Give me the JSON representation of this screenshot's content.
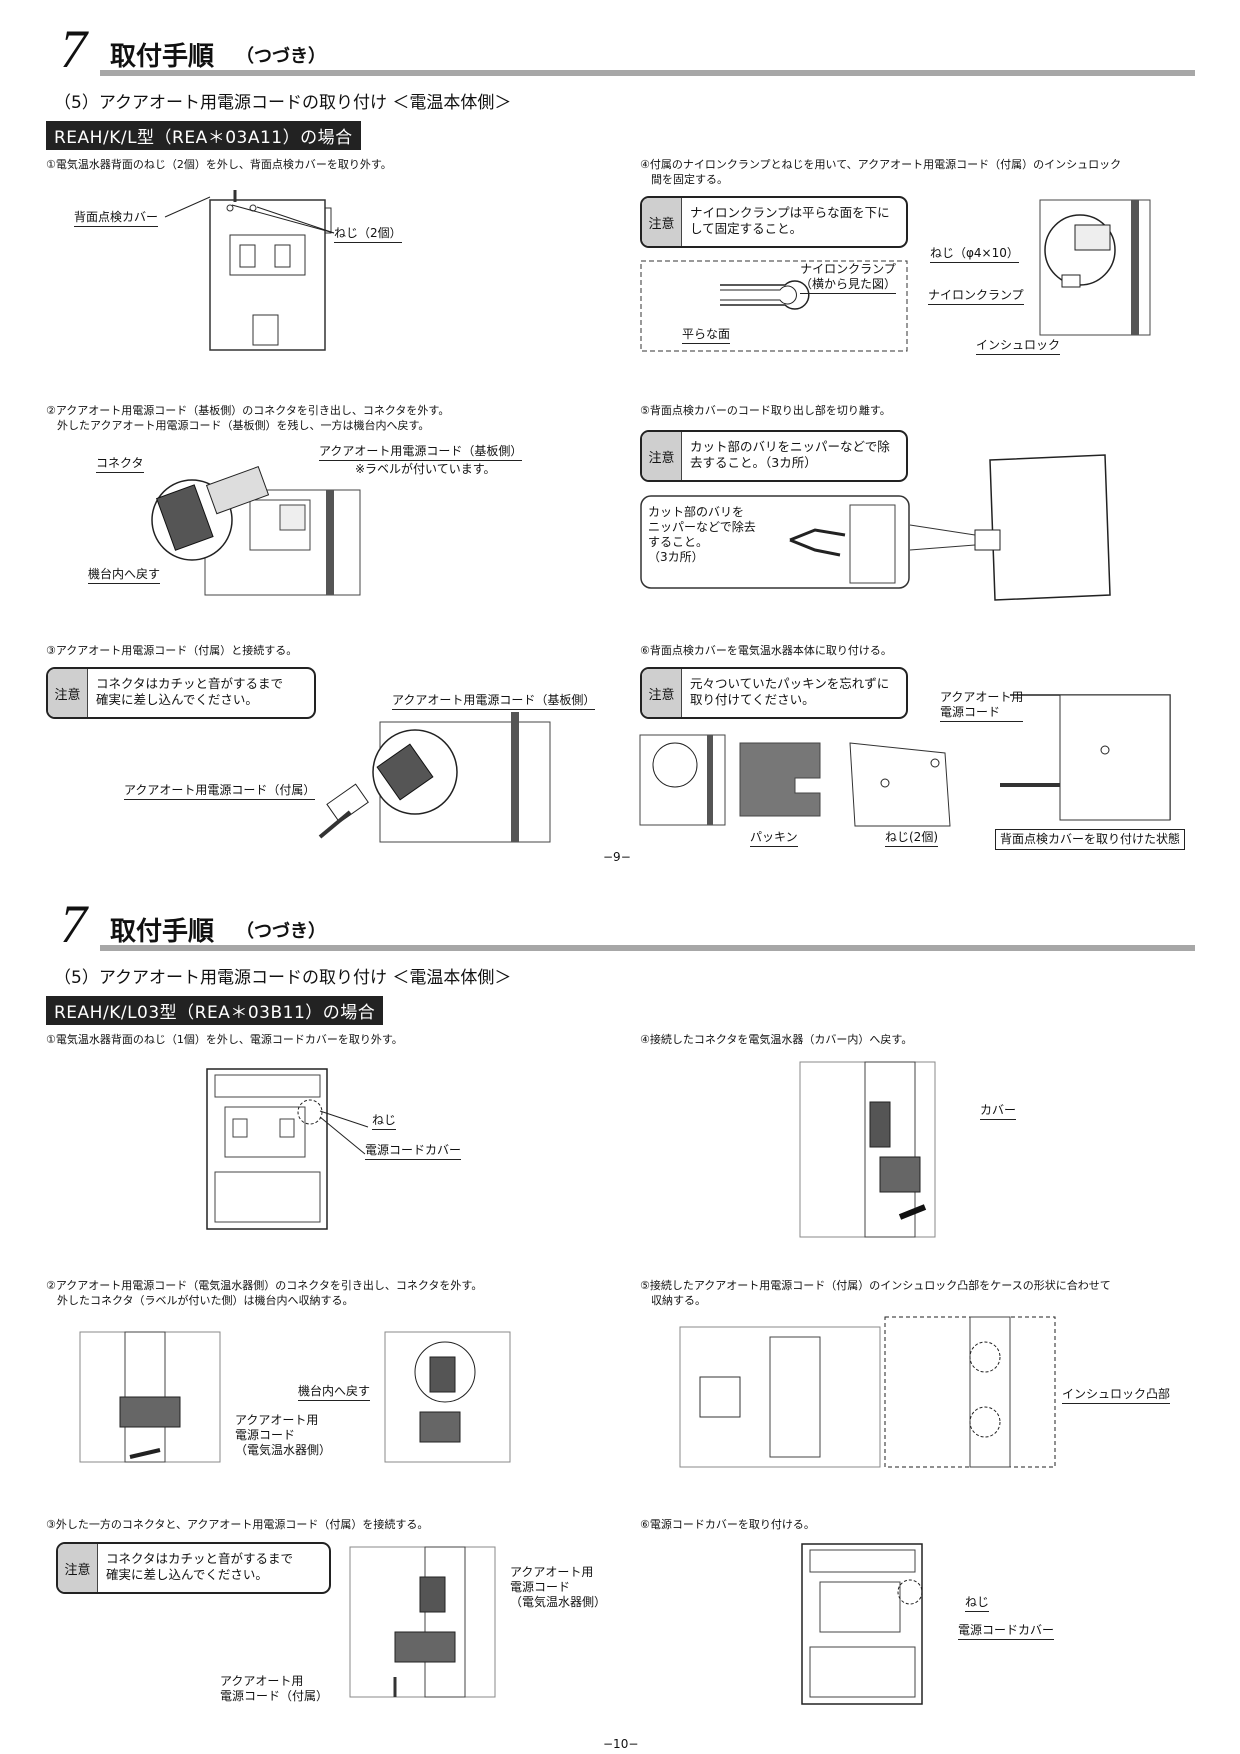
{
  "page1": {
    "section_number": "7",
    "section_title": "取付手順",
    "section_cont": "（つづき）",
    "subtitle": "（5）アクアオート用電源コードの取り付け ＜電温本体側＞",
    "model": "REAH/K/L型（REA＊03A11）の場合",
    "steps": {
      "s1": "①電気温水器背面のねじ（2個）を外し、背面点検カバーを取り外す。",
      "s2": "②アクアオート用電源コード（基板側）のコネクタを引き出し、コネクタを外す。\n　外したアクアオート用電源コード（基板側）を残し、一方は機台内へ戻す。",
      "s3": "③アクアオート用電源コード（付属）と接続する。",
      "s4": "④付属のナイロンクランプとねじを用いて、アクアオート用電源コード（付属）のインシュロック\n　間を固定する。",
      "s5": "⑤背面点検カバーのコード取り出し部を切り離す。",
      "s6": "⑥背面点検カバーを電気温水器本体に取り付ける。"
    },
    "notes": {
      "label": "注意",
      "n3": "コネクタはカチッと音がするまで\n確実に差し込んでください。",
      "n4": "ナイロンクランプは平らな面を下に\nして固定すること。",
      "n5": "カット部のバリをニッパーなどで除\n去すること。（3カ所）",
      "n6": "元々ついていたパッキンを忘れずに\n取り付けてください。"
    },
    "callouts": {
      "back_cover": "背面点検カバー",
      "screw2": "ねじ（2個）",
      "connector": "コネクタ",
      "cord_board": "アクアオート用電源コード（基板側）",
      "label_note": "※ラベルが付いています。",
      "return_inside": "機台内へ戻す",
      "cord_board2": "アクアオート用電源コード（基板側）",
      "cord_included": "アクアオート用電源コード（付属）",
      "nylon_clamp_side": "ナイロンクランプ\n（横から見た図）",
      "flat_face": "平らな面",
      "screw_phi": "ねじ（φ4×10）",
      "nylon_clamp": "ナイロンクランプ",
      "insulock": "インシュロック",
      "burr_box": "カット部のバリを\nニッパーなどで除去\nすること。\n（3カ所）",
      "cord_aqua": "アクアオート用\n電源コード",
      "packing": "パッキン",
      "screw2b": "ねじ(2個)",
      "cover_attached": "背面点検カバーを取り付けた状態"
    },
    "page_number": "−9−"
  },
  "page2": {
    "section_number": "7",
    "section_title": "取付手順",
    "section_cont": "（つづき）",
    "subtitle": "（5）アクアオート用電源コードの取り付け ＜電温本体側＞",
    "model": "REAH/K/L03型（REA＊03B11）の場合",
    "steps": {
      "s1": "①電気温水器背面のねじ（1個）を外し、電源コードカバーを取り外す。",
      "s2": "②アクアオート用電源コード（電気温水器側）のコネクタを引き出し、コネクタを外す。\n　外したコネクタ（ラベルが付いた側）は機台内へ収納する。",
      "s3": "③外した一方のコネクタと、アクアオート用電源コード（付属）を接続する。",
      "s4": "④接続したコネクタを電気温水器（カバー内）へ戻す。",
      "s5": "⑤接続したアクアオート用電源コード（付属）のインシュロック凸部をケースの形状に合わせて\n　収納する。",
      "s6": "⑥電源コードカバーを取り付ける。"
    },
    "notes": {
      "label": "注意",
      "n3": "コネクタはカチッと音がするまで\n確実に差し込んでください。"
    },
    "callouts": {
      "screw": "ねじ",
      "cord_cover": "電源コードカバー",
      "return_inside": "機台内へ戻す",
      "cord_heater": "アクアオート用\n電源コード\n（電気温水器側）",
      "cover": "カバー",
      "insulock_boss": "インシュロック凸部",
      "cord_heater2": "アクアオート用\n電源コード\n（電気温水器側）",
      "cord_included": "アクアオート用\n電源コード（付属）",
      "screw_b": "ねじ",
      "cord_cover_b": "電源コードカバー"
    },
    "page_number": "−10−"
  }
}
